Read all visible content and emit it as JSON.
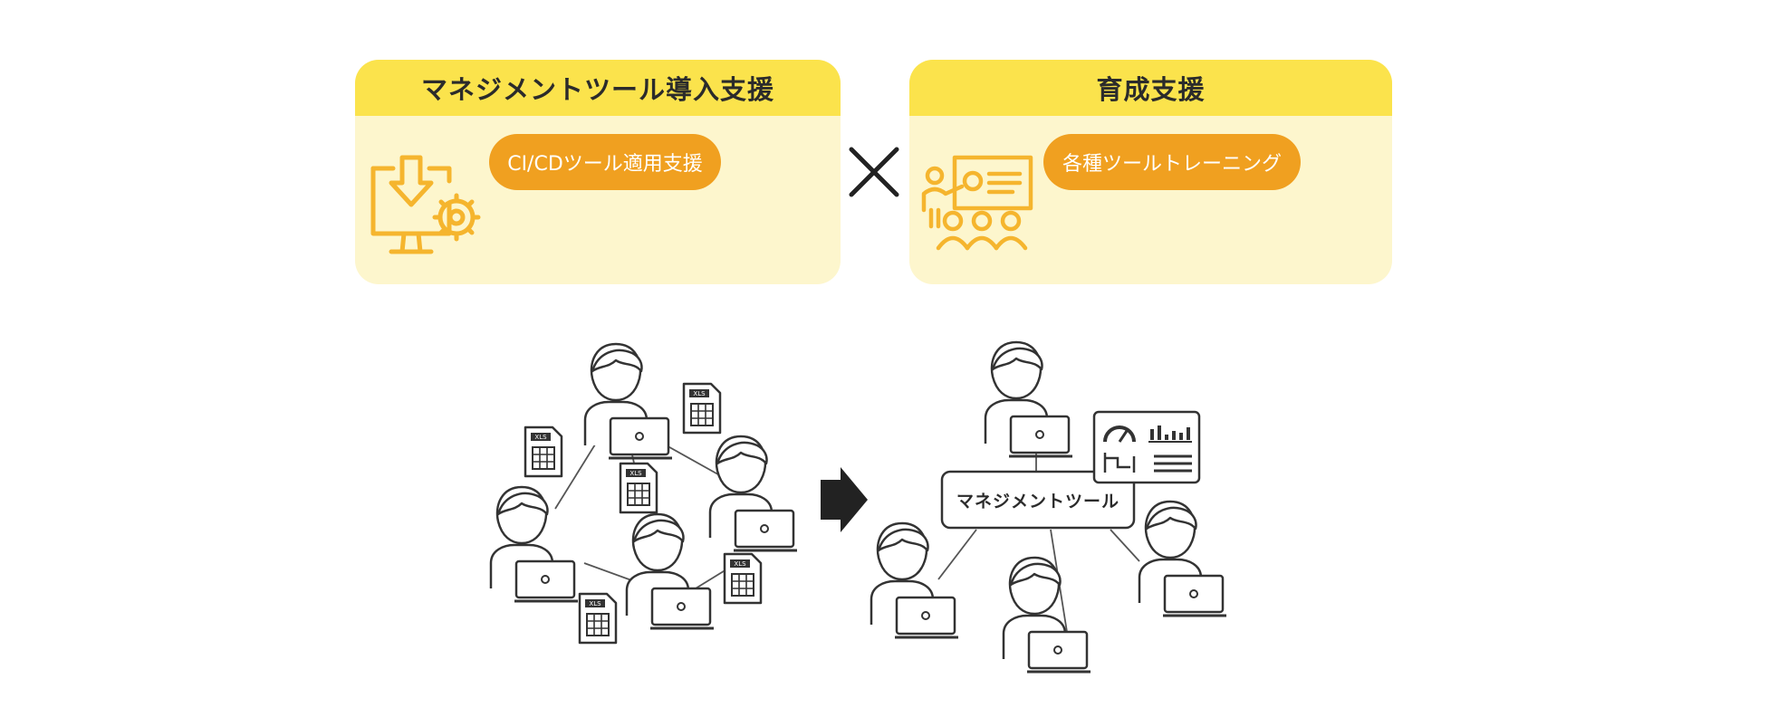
{
  "cards": [
    {
      "title": "マネジメントツール導入支援",
      "pill": "CI/CDツール適用支援",
      "icon": "monitor-download-gear-icon"
    },
    {
      "title": "育成支援",
      "pill": "各種ツールトレーニング",
      "icon": "presentation-training-icon"
    }
  ],
  "operator": "×",
  "diagram": {
    "file_badge": "XLS",
    "center_box_label": "マネジメントツール",
    "arrow_icon": "right-arrow-icon",
    "dashboard_icon": "dashboard-icon"
  },
  "colors": {
    "card_bg": "#fdf6cd",
    "card_header": "#fbe34c",
    "pill": "#f0a020",
    "icon_orange": "#f5b52e",
    "line": "#333333"
  }
}
